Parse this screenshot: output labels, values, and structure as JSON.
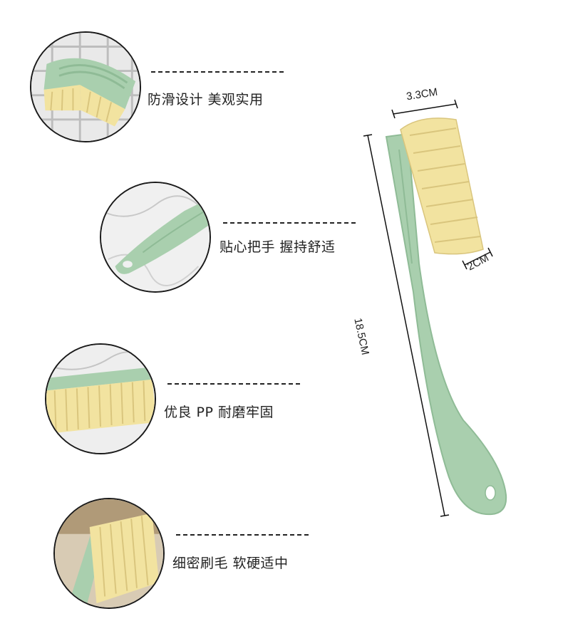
{
  "features": [
    {
      "id": "anti-slip",
      "text": "防滑设计 美观实用"
    },
    {
      "id": "handle",
      "text": "贴心把手 握持舒适"
    },
    {
      "id": "material",
      "text": "优良 PP 耐磨牢固"
    },
    {
      "id": "bristles",
      "text": "细密刷毛 软硬适中"
    }
  ],
  "dimensions": {
    "width": "3.3CM",
    "head": "2CM",
    "length": "18.5CM"
  },
  "colors": {
    "handle_green": "#a9cfae",
    "handle_shadow": "#8fbb96",
    "bristle_yellow": "#f2e3a0",
    "bristle_shadow": "#d9c57d"
  }
}
